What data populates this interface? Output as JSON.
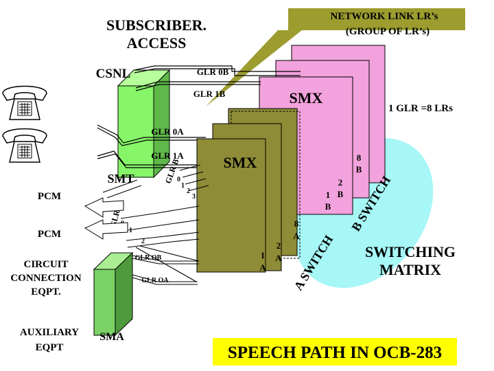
{
  "labels": {
    "subscriber_access_1": "SUBSCRIBER.",
    "subscriber_access_2": "ACCESS",
    "network_link_1": "NETWORK LINK  LR’s",
    "network_link_2": "(GROUP  OF LR’s)",
    "csnl": "CSNL",
    "glr_0b": "GLR 0B",
    "glr_1b": "GLR 1B",
    "smx_top": "SMX",
    "glr_equals": "1 GLR =8 LRs",
    "glr_0a": "GLR 0A",
    "glr_1a": "GLR 1A",
    "smx_front": "SMX",
    "smt": "SMT",
    "glr_b_vertical": "GLR B",
    "glr_b_idx_0": "0",
    "glr_b_idx_1": "1",
    "glr_b_idx_2": "2",
    "glr_b_idx_3": "3",
    "pcm_1": "PCM",
    "pcm_2": "PCM",
    "glr_a_vertical": "GLR A",
    "glr_a_idx_0": "0",
    "glr_a_idx_1": "1",
    "glr_a_idx_2": "2",
    "circuit_1": "CIRCUIT",
    "circuit_2": "CONNECTION",
    "circuit_3": "EQPT.",
    "glr_ob_small": "GLR OB",
    "glr_oa_small": "GLR OA",
    "auxiliary_1": "AUXILIARY",
    "auxiliary_2": "EQPT",
    "sma": "SMA",
    "b8_num": "8",
    "b8_letter": "B",
    "b2_num": "2",
    "b2_letter": "B",
    "b1_num": "1",
    "b1_letter": "B",
    "a8_num": "8",
    "a8_letter": "A",
    "a2_num": "2",
    "a2_letter": "A",
    "a1_num": "1",
    "a1_letter": "A",
    "b_switch": "B  SWITCH",
    "a_switch": "A  SWITCH",
    "switching_1": "SWITCHING",
    "switching_2": "MATRIX",
    "speech_path": "SPEECH PATH IN OCB-283"
  },
  "colors": {
    "callout_olive": "#9c9c2f",
    "smx_b_pink": "#f2a2dc",
    "smx_a_olive": "#8e8c36",
    "switch_cyan": "#a7f7f7",
    "csnl_green": "#86f568",
    "sma_green": "#7ad165",
    "speech_banner": "#ffff00"
  },
  "icons": {
    "phone_top": "telephone-icon",
    "phone_bottom": "telephone-icon"
  }
}
